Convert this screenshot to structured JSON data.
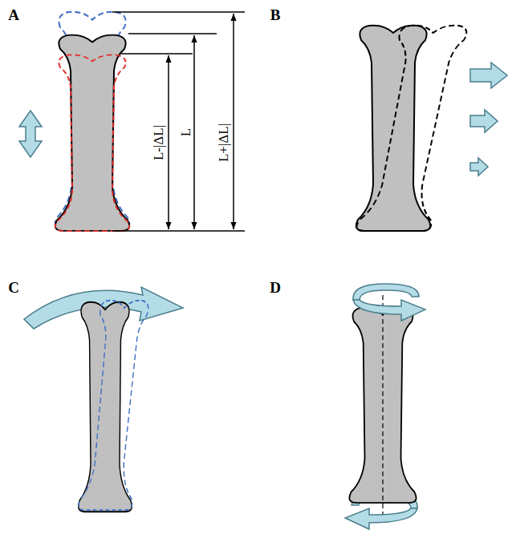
{
  "diagram": {
    "labels": [
      "A",
      "L-|ΔL|",
      "L",
      "L+|ΔL|",
      "B",
      "C",
      "D"
    ]
  }
}
